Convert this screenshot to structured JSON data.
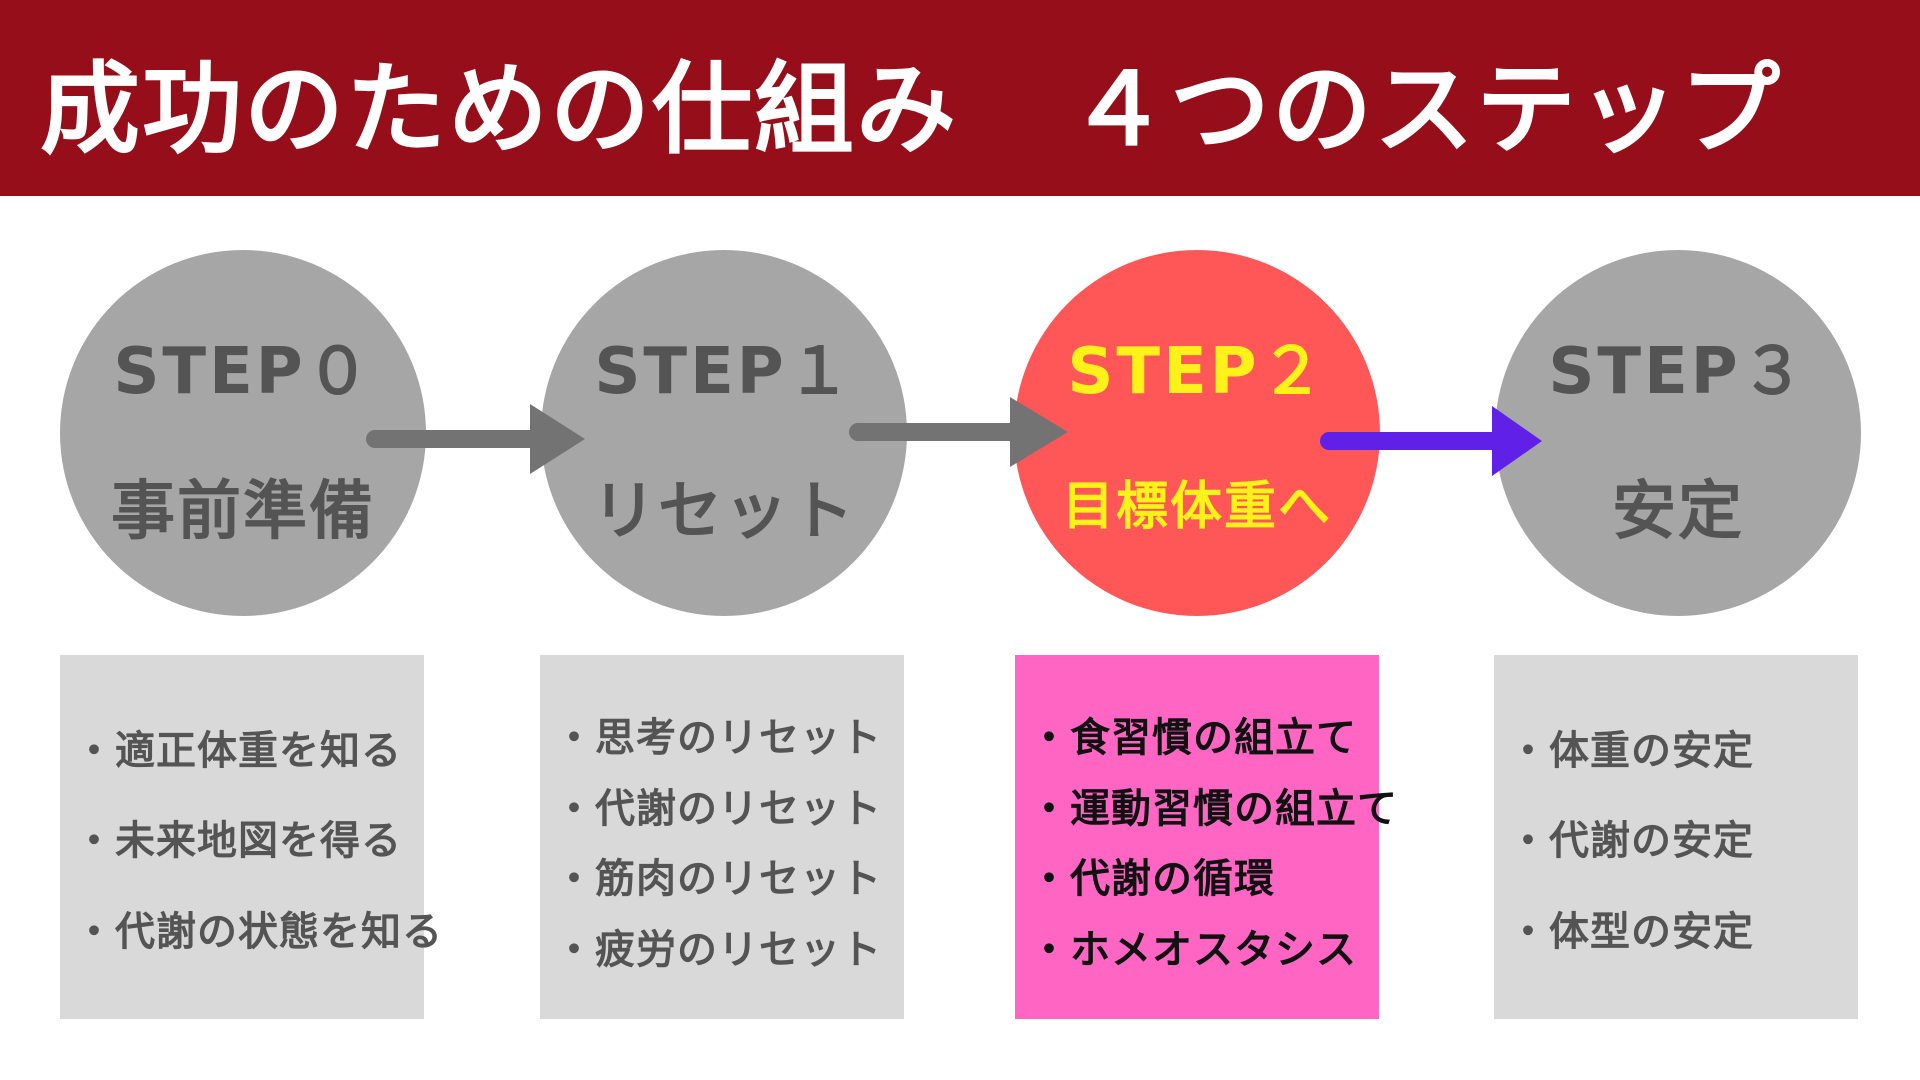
{
  "header": {
    "title_main": "成功のための仕組み",
    "title_sub": "４つのステップ",
    "background": "#960e19"
  },
  "colors": {
    "inactive_circle": "#a6a6a6",
    "active_circle": "#ff5757",
    "active_text": "#fff21a",
    "inactive_box": "#d9d9d9",
    "active_box": "#ff66c4",
    "arrow_gray": "#737373",
    "arrow_purple": "#6020e8"
  },
  "steps": [
    {
      "label": "STEP０",
      "name": "事前準備",
      "active": false,
      "items": [
        "・適正体重を知る",
        "・未来地図を得る",
        "・代謝の状態を知る"
      ]
    },
    {
      "label": "STEP１",
      "name": "リセット",
      "active": false,
      "items": [
        "・思考のリセット",
        "・代謝のリセット",
        "・筋肉のリセット",
        "・疲労のリセット"
      ]
    },
    {
      "label": "STEP２",
      "name": "目標体重へ",
      "active": true,
      "items": [
        "・食習慣の組立て",
        "・運動習慣の組立て",
        "・代謝の循環",
        "・ホメオスタシス"
      ]
    },
    {
      "label": "STEP３",
      "name": "安定",
      "active": false,
      "items": [
        "・体重の安定",
        "・代謝の安定",
        "・体型の安定"
      ]
    }
  ],
  "arrows": [
    {
      "icon": "right-arrow-icon",
      "color": "gray"
    },
    {
      "icon": "right-arrow-icon",
      "color": "gray"
    },
    {
      "icon": "right-arrow-icon",
      "color": "purple"
    }
  ]
}
